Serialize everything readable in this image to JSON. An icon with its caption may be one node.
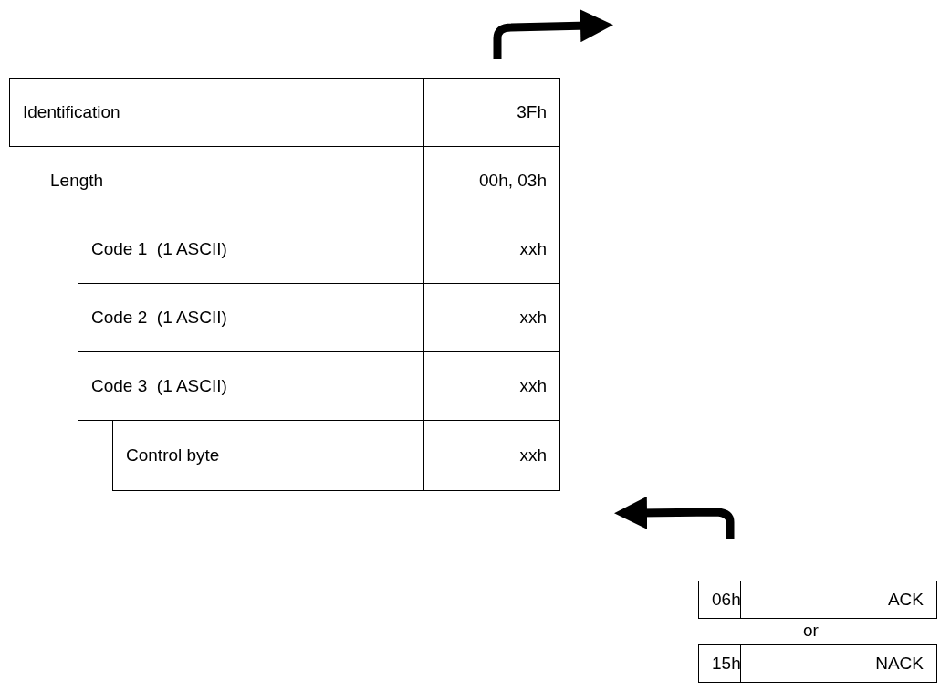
{
  "diagram": {
    "nodes": [
      {
        "text": [
          "Identification",
          "3Fh"
        ]
      },
      {
        "text": [
          "Length",
          "00h, 03h"
        ]
      },
      {
        "text": [
          "Code 1  (1 ASCII)",
          "xxh"
        ]
      },
      {
        "text": [
          "Code 2  (1 ASCII)",
          "xxh"
        ]
      },
      {
        "text": [
          "Code 3  (1 ASCII)",
          "xxh"
        ]
      },
      {
        "text": [
          "Control byte",
          "xxh"
        ]
      },
      {
        "text": [
          "06h",
          "ACK"
        ]
      },
      {
        "text": [
          "15h",
          "NACK"
        ]
      }
    ],
    "labels": [
      "or"
    ]
  }
}
